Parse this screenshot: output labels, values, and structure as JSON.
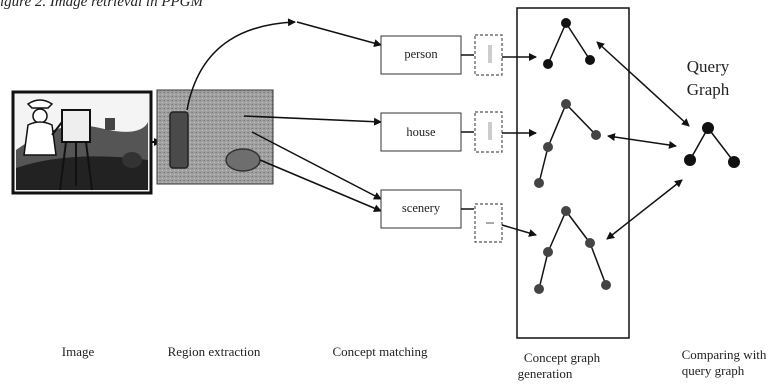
{
  "caption": "igure 2. Image retrieval in PPGM",
  "concepts": [
    {
      "label": "person"
    },
    {
      "label": "house"
    },
    {
      "label": "scenery"
    }
  ],
  "query_graph": {
    "title_line1": "Query",
    "title_line2": "Graph"
  },
  "stages": [
    {
      "line1": "Image",
      "line2": ""
    },
    {
      "line1": "Region extraction",
      "line2": ""
    },
    {
      "line1": "Concept matching",
      "line2": ""
    },
    {
      "line1": "Concept graph",
      "line2": "generation"
    },
    {
      "line1": "Comparing with",
      "line2": "query graph"
    }
  ],
  "colors": {
    "ink": "#1a1a1a",
    "node": "#111111",
    "region_bg": "#9a9a9a"
  }
}
